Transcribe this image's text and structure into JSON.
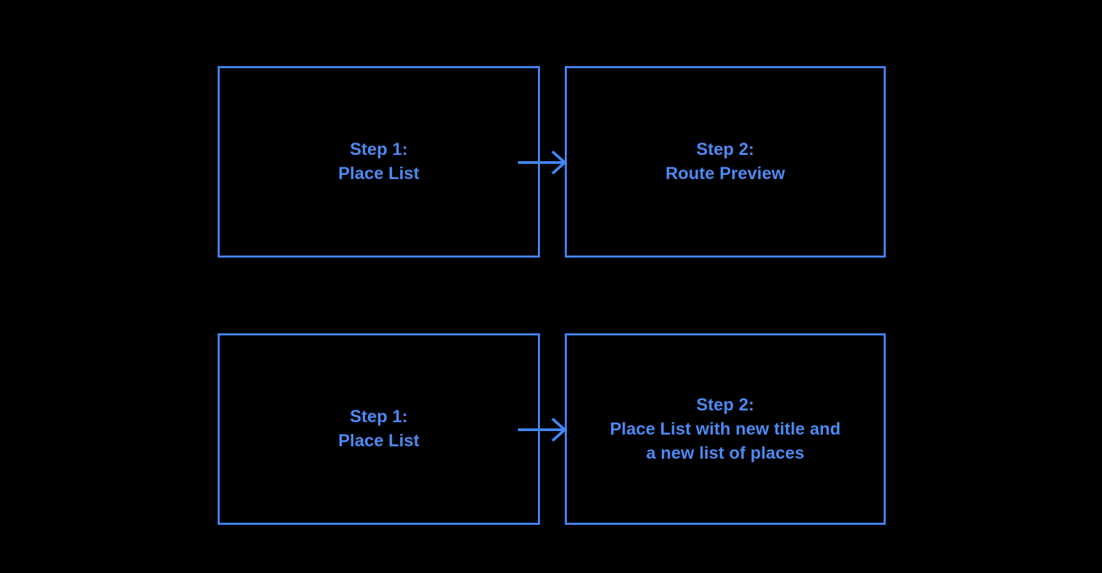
{
  "diagram": {
    "background_color": "#000000",
    "accent_color": "#4285f4",
    "text_color": "#4c8bf5",
    "rows": [
      {
        "id": "route-preview-flow",
        "left_box": {
          "label": "Step 1:\nPlace List"
        },
        "arrow": {
          "direction": "right",
          "label": ""
        },
        "right_box": {
          "label": "Step 2:\nRoute Preview"
        }
      },
      {
        "id": "place-list-update-flow",
        "left_box": {
          "label": "Step 1:\nPlace List"
        },
        "arrow": {
          "direction": "right",
          "label": ""
        },
        "right_box": {
          "label": "Step 2:\nPlace List with new title and\na new list of places"
        }
      }
    ]
  }
}
